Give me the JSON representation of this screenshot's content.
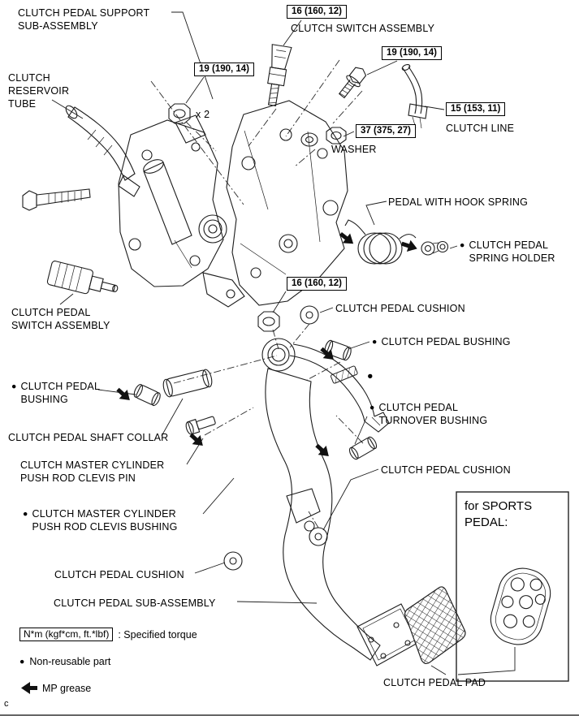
{
  "page": {
    "footer_char": "c"
  },
  "symbols": {
    "bullet": "●"
  },
  "torque_specs": {
    "switch_top": "16 (160, 12)",
    "nut_x2": "19 (190, 14)",
    "bolt_right": "19 (190, 14)",
    "clutch_line": "15 (153, 11)",
    "washer_nut": "37 (375, 27)",
    "pivot_nut": "16 (160, 12)"
  },
  "callouts": {
    "pedal_support": "CLUTCH PEDAL SUPPORT\nSUB-ASSEMBLY",
    "switch_assembly_top": "CLUTCH SWITCH ASSEMBLY",
    "x2": "x 2",
    "reservoir_tube": "CLUTCH\nRESERVOIR\nTUBE",
    "clutch_line": "CLUTCH LINE",
    "washer": "WASHER",
    "hook_spring": "PEDAL WITH HOOK SPRING",
    "spring_holder": "CLUTCH PEDAL\nSPRING HOLDER",
    "cushion_top": "CLUTCH PEDAL CUSHION",
    "pedal_switch_assembly": "CLUTCH PEDAL\nSWITCH ASSEMBLY",
    "bushing_right": "CLUTCH PEDAL BUSHING",
    "bushing_left": "CLUTCH PEDAL\nBUSHING",
    "turnover_bushing": "CLUTCH PEDAL\nTURNOVER BUSHING",
    "shaft_collar": "CLUTCH PEDAL SHAFT COLLAR",
    "clevis_pin": "CLUTCH MASTER CYLINDER\nPUSH ROD CLEVIS PIN",
    "cushion_right": "CLUTCH PEDAL CUSHION",
    "clevis_bushing": "CLUTCH MASTER CYLINDER\nPUSH ROD CLEVIS BUSHING",
    "sports_pedal": "for SPORTS\nPEDAL:",
    "cushion_bottom": "CLUTCH PEDAL CUSHION",
    "pedal_sub_assembly": "CLUTCH PEDAL SUB-ASSEMBLY",
    "pedal_pad": "CLUTCH PEDAL PAD"
  },
  "legend": {
    "torque_box": "N*m (kgf*cm, ft.*lbf)",
    "torque_suffix": ": Specified torque",
    "non_reusable": "Non-reusable part",
    "mp_grease": "MP grease"
  },
  "colors": {
    "line": "#1c1c1c",
    "background": "#ffffff"
  }
}
